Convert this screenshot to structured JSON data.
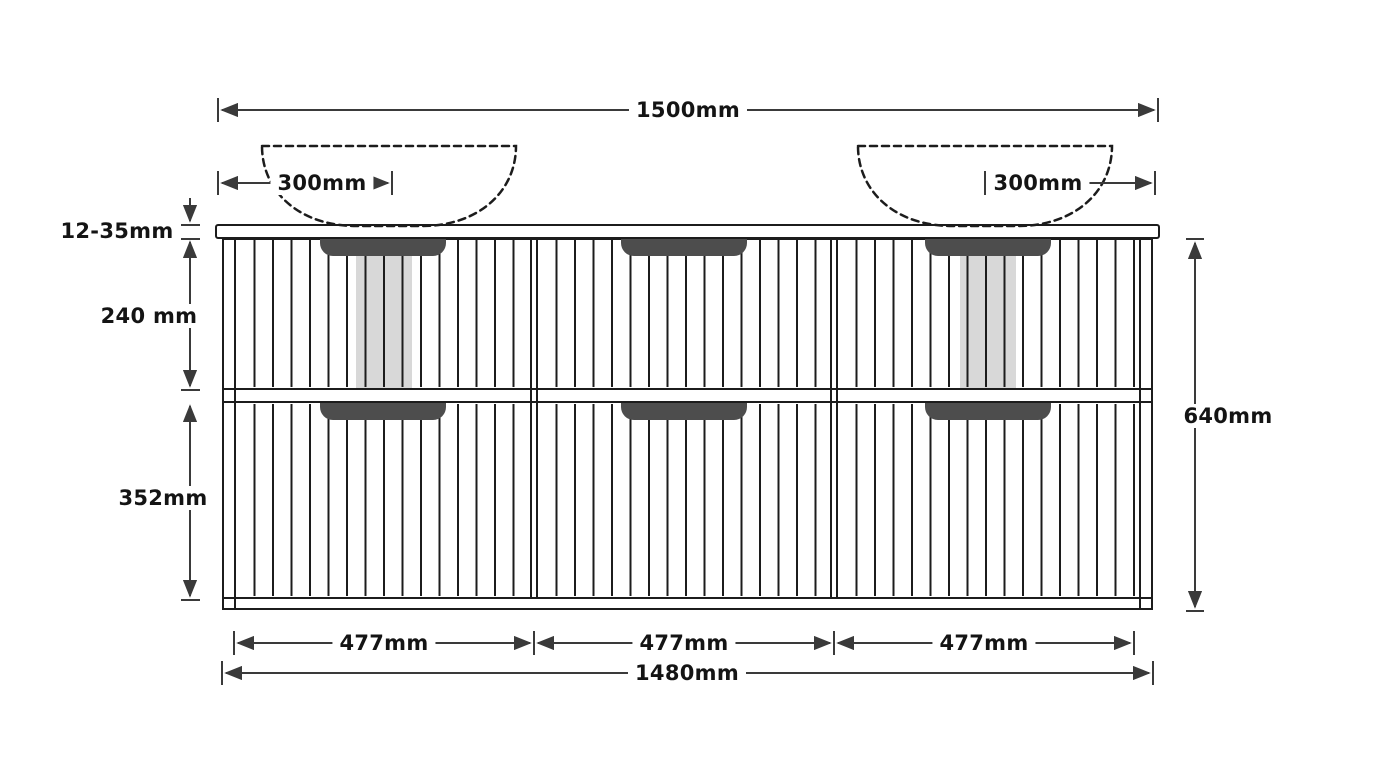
{
  "diagram": {
    "type": "technical-dimension-drawing",
    "subject": "double-basin fluted wall-hung vanity cabinet, front elevation with dimensions",
    "labels": {
      "total_width": "1500mm",
      "basin_offset_left": "300mm",
      "basin_offset_right": "300mm",
      "benchtop_thickness": "12-35mm",
      "top_drawer_height": "240 mm",
      "bottom_drawer_height": "352mm",
      "total_height": "640mm",
      "drawer_width_left": "477mm",
      "drawer_width_middle": "477mm",
      "drawer_width_right": "477mm",
      "carcass_width": "1480mm"
    },
    "colors": {
      "line": "#1c1c1c",
      "dimension_line": "#3a3a3a",
      "handle": "#4d4d4d",
      "plumbing_stripe": "#d8d8d8",
      "background": "#ffffff"
    }
  }
}
